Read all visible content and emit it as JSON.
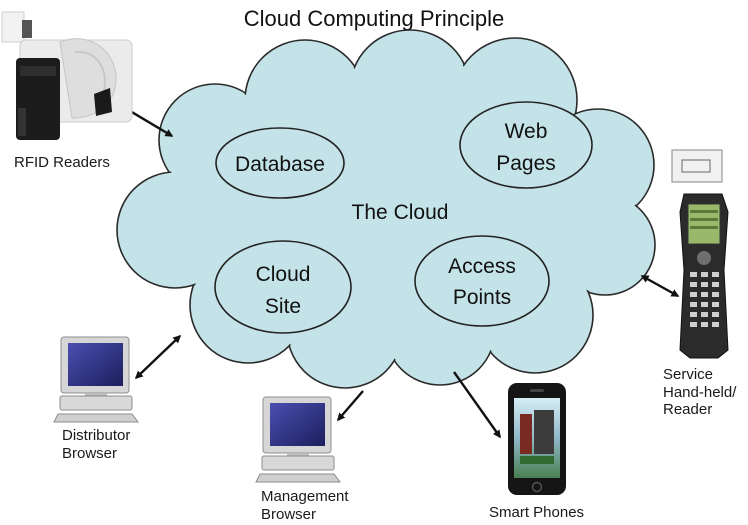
{
  "title": "Cloud Computing Principle",
  "cloud": {
    "label": "The Cloud",
    "nodes": {
      "database": "Database",
      "web_pages": [
        "Web",
        "Pages"
      ],
      "cloud_site": [
        "Cloud",
        "Site"
      ],
      "access_points": [
        "Access",
        "Points"
      ]
    }
  },
  "devices": {
    "rfid_readers": "RFID Readers",
    "service_handheld": [
      "Service",
      "Hand-held/",
      "Reader"
    ],
    "distributor_browser": [
      "Distributor",
      "Browser"
    ],
    "management_browser": [
      "Management",
      "Browser"
    ],
    "smart_phones": "Smart Phones"
  },
  "colors": {
    "cloud_fill": "#c4e3e8",
    "cloud_outline": "#2a2a2a",
    "arrow": "#111111",
    "monitor_screen": "#2d2f86"
  }
}
